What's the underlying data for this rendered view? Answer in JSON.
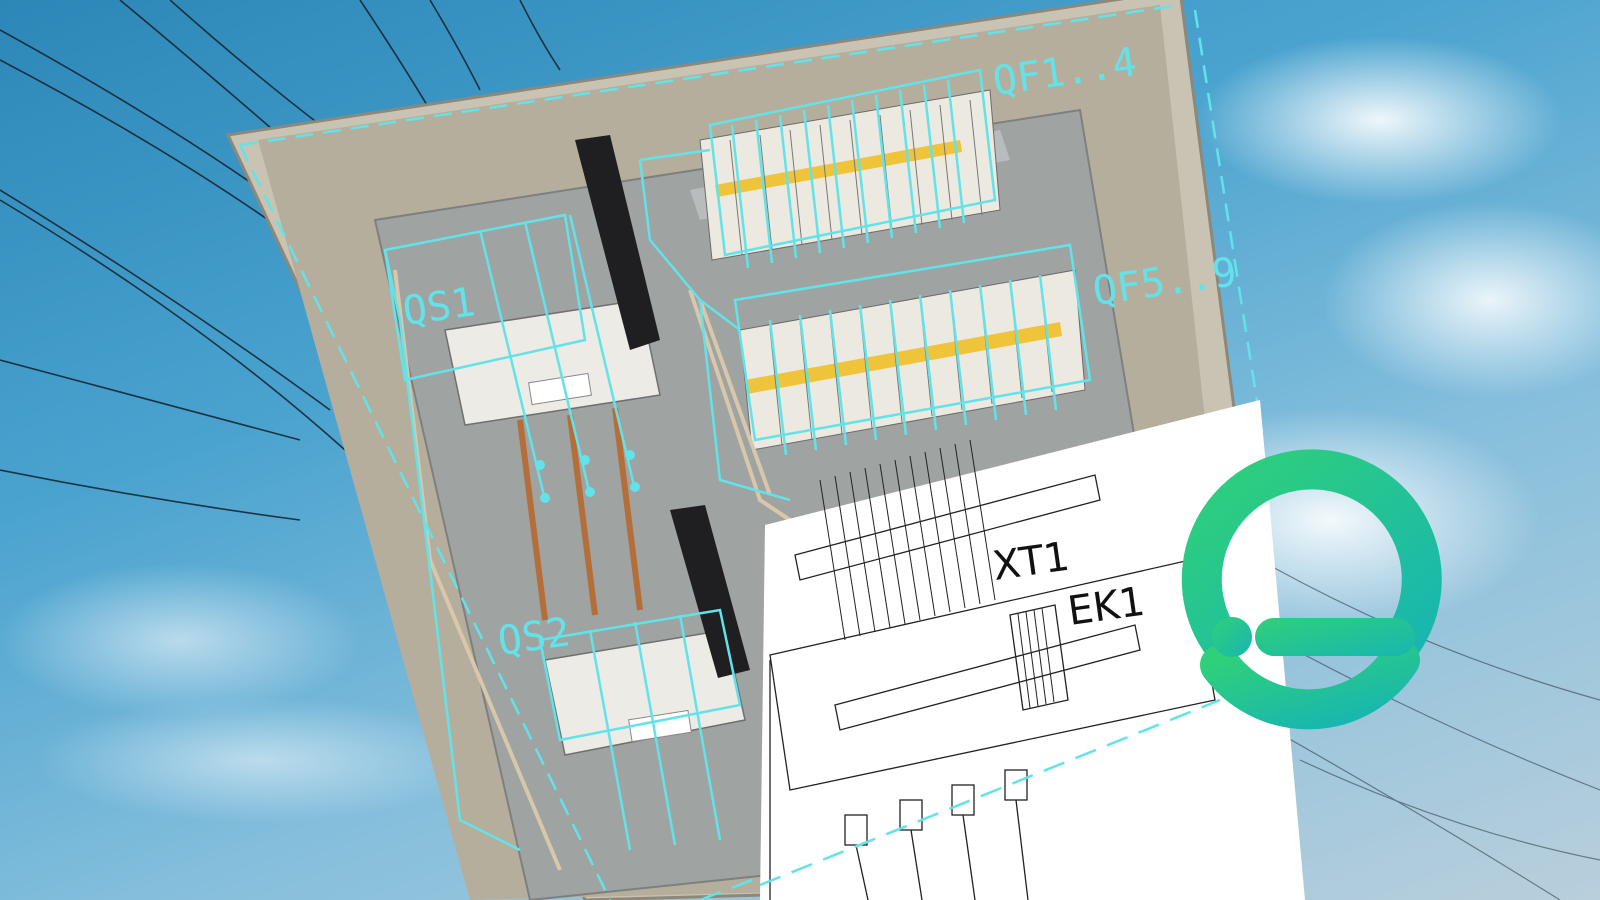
{
  "labels": {
    "qf1_4": "QF1..4",
    "qf5_9": "QF5..9",
    "qs1": "QS1",
    "qs2": "QS2",
    "xt1": "XT1",
    "ek1": "EK1"
  },
  "colors": {
    "overlay_cyan": "#62e3ea",
    "logo_green": "#2fd07a",
    "logo_teal": "#18b6b0",
    "cabinet_frame": "#c9c3b4",
    "drawing_line": "#222222"
  },
  "logo": {
    "icon": "e-logo-icon"
  }
}
